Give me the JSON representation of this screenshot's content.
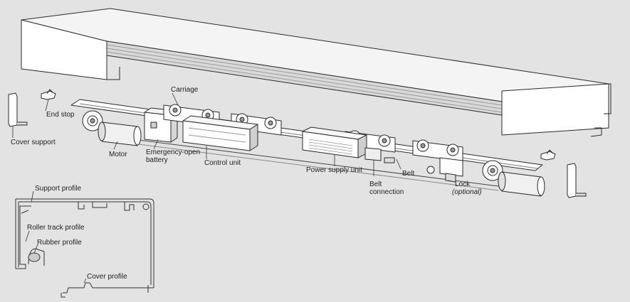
{
  "diagram": {
    "labels": {
      "carriage": "Carriage",
      "end_stop": "End stop",
      "cover_support": "Cover support",
      "motor": "Motor",
      "emergency_battery_1": "Emergency-open",
      "emergency_battery_2": "battery",
      "control_unit": "Control unit",
      "power_supply_unit": "Power supply unit",
      "belt": "Belt",
      "belt_connection_1": "Belt",
      "belt_connection_2": "connection",
      "lock": "Lock",
      "lock_optional": "(optional)",
      "support_profile": "Support profile",
      "roller_track_profile": "Roller track profile",
      "rubber_profile": "Rubber profile",
      "cover_profile": "Cover profile"
    },
    "colors": {
      "background": "#e3e3e3",
      "line": "#2a2a2a",
      "part_fill": "#ffffff",
      "shade": "#bdbdbd"
    }
  }
}
